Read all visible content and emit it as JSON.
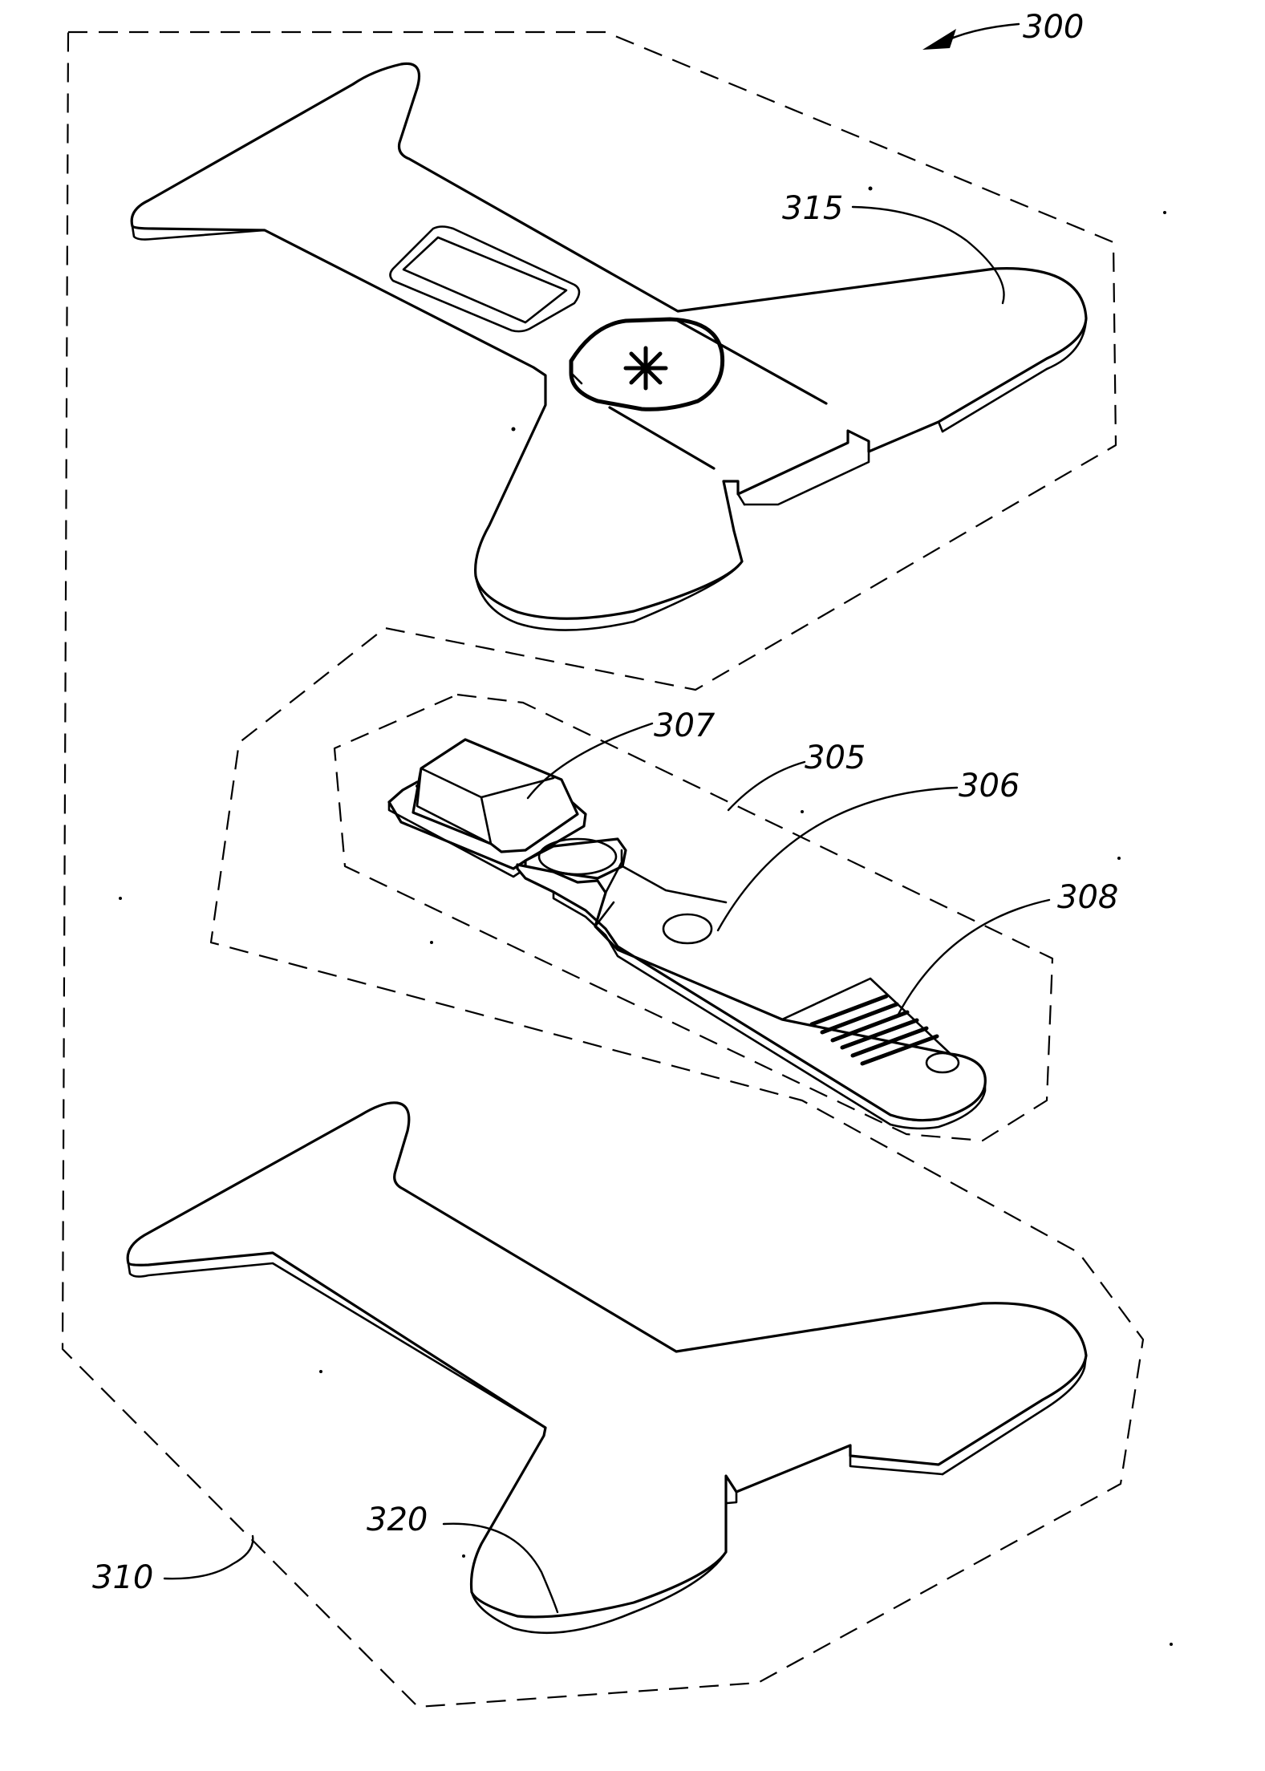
{
  "labels": {
    "assembly": "300",
    "cover_layer": "315",
    "sensor_assembly": "305",
    "sensor_housing": "307",
    "sensing_region": "306",
    "contacts": "308",
    "outer_boundary": "310",
    "base_layer": "320"
  },
  "colors": {
    "line": "#000000",
    "background": "#ffffff"
  }
}
